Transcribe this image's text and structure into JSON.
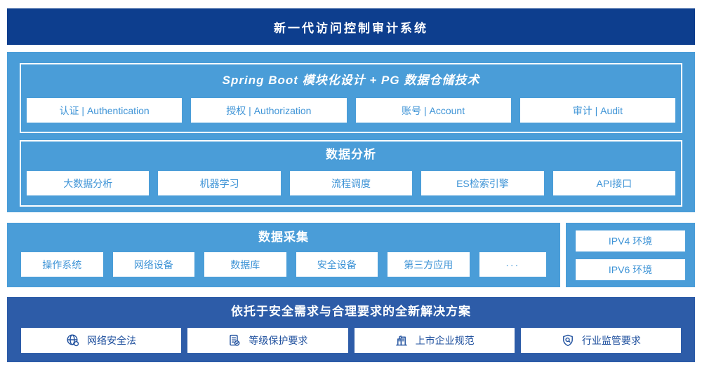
{
  "colors": {
    "banner-bg": "#0d3e8e",
    "panel-bg": "#4a9dd8",
    "solution-bg": "#2d5ca8",
    "box-text": "#3d93d6",
    "solution-text": "#1e4f9d",
    "box-bg": "#ffffff"
  },
  "banner": {
    "title": "新一代访问控制审计系统"
  },
  "platform": {
    "modules": {
      "title": "Spring Boot 模块化设计 + PG 数据仓储技术",
      "items": [
        "认证 | Authentication",
        "授权 | Authorization",
        "账号 | Account",
        "审计 | Audit"
      ]
    },
    "analysis": {
      "title": "数据分析",
      "items": [
        "大数据分析",
        "机器学习",
        "流程调度",
        "ES检索引擎",
        "API接口"
      ]
    }
  },
  "collection": {
    "title": "数据采集",
    "items": [
      "操作系统",
      "网络设备",
      "数据库",
      "安全设备",
      "第三方应用",
      "···"
    ]
  },
  "environments": {
    "items": [
      "IPV4 环境",
      "IPV6 环境"
    ]
  },
  "solution": {
    "title": "依托于安全需求与合理要求的全新解决方案",
    "items": [
      {
        "icon": "globe-icon",
        "label": "网络安全法"
      },
      {
        "icon": "document-check-icon",
        "label": "等级保护要求"
      },
      {
        "icon": "building-icon",
        "label": "上市企业规范"
      },
      {
        "icon": "shield-magnifier-icon",
        "label": "行业监管要求"
      }
    ]
  }
}
